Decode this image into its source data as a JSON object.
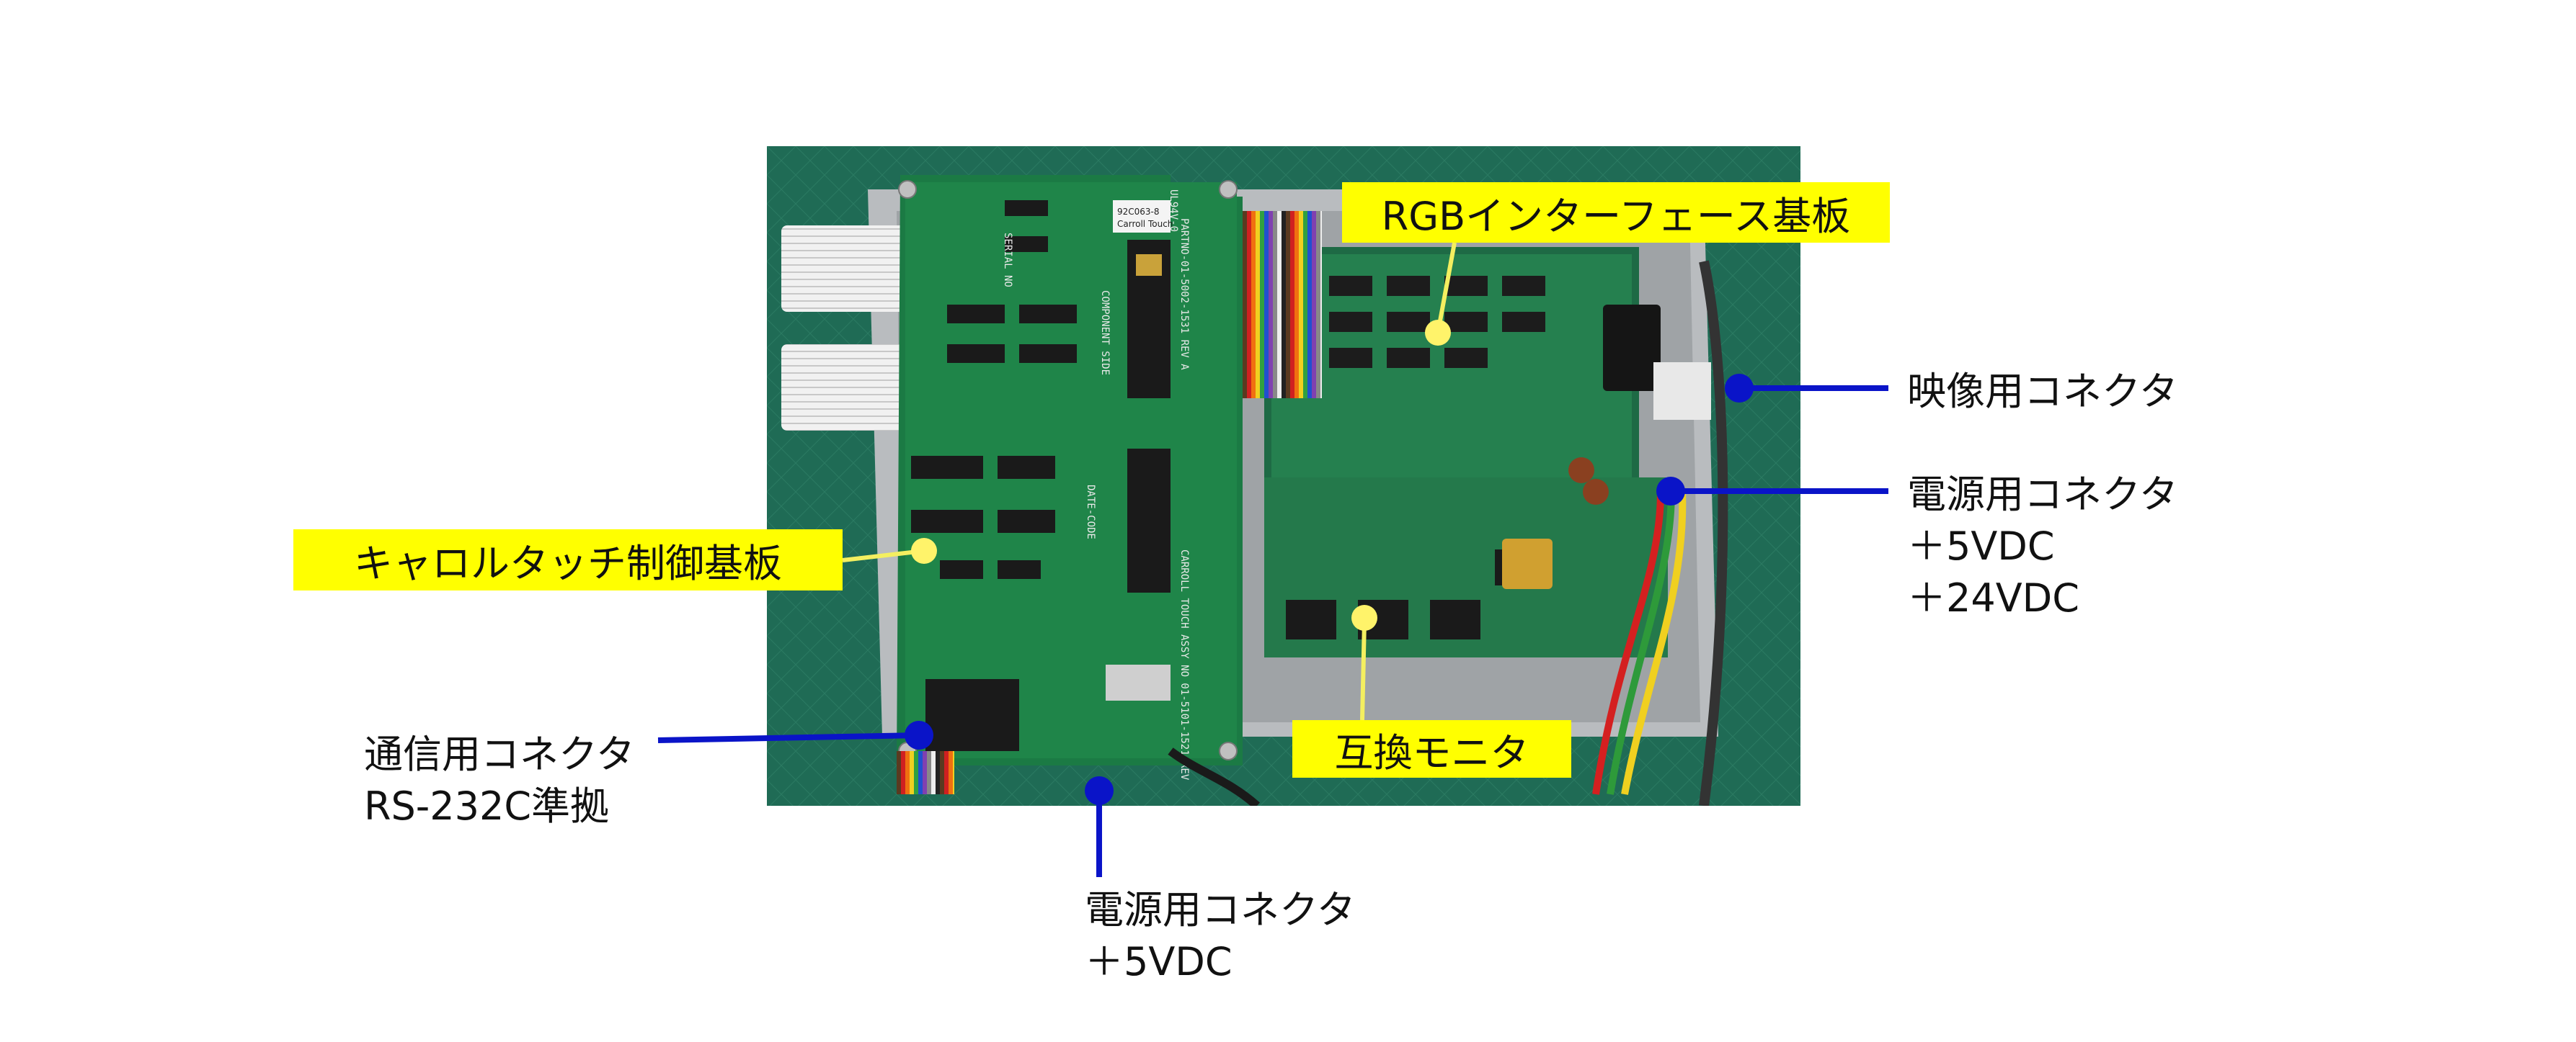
{
  "labels": {
    "rgb_board": "RGBインターフェース基板",
    "carroll_board": "キャロルタッチ制御基板",
    "compatible_monitor": "互換モニタ",
    "video_connector": "映像用コネクタ",
    "power_connector_right": {
      "title": "電源用コネクタ",
      "line1": "＋5VDC",
      "line2": "＋24VDC"
    },
    "comm_connector": {
      "title": "通信用コネクタ",
      "line1": "RS-232C準拠"
    },
    "power_connector_bottom": {
      "title": "電源用コネクタ",
      "line1": "＋5VDC"
    }
  },
  "pcb_print": {
    "serial_no": "SERIAL NO",
    "ul_mark": "UL94V-0",
    "sticker": "92C063-8",
    "sticker_brand": "Carroll Touch",
    "component_side": "COMPONENT SIDE",
    "date_code": "DATE-CODE",
    "part_no": "PARTNO-01-5002-1531 REV A",
    "assy": "CARROLL TOUCH ASSY NO 01-5101-1521 REV"
  },
  "colors": {
    "highlight": "#ffff00",
    "pointer_line": "#0a14c8",
    "pointer_dot_yellow": "#fff36a",
    "pcb_green": "#1d7a4a",
    "background_mat": "#1f6b55"
  }
}
